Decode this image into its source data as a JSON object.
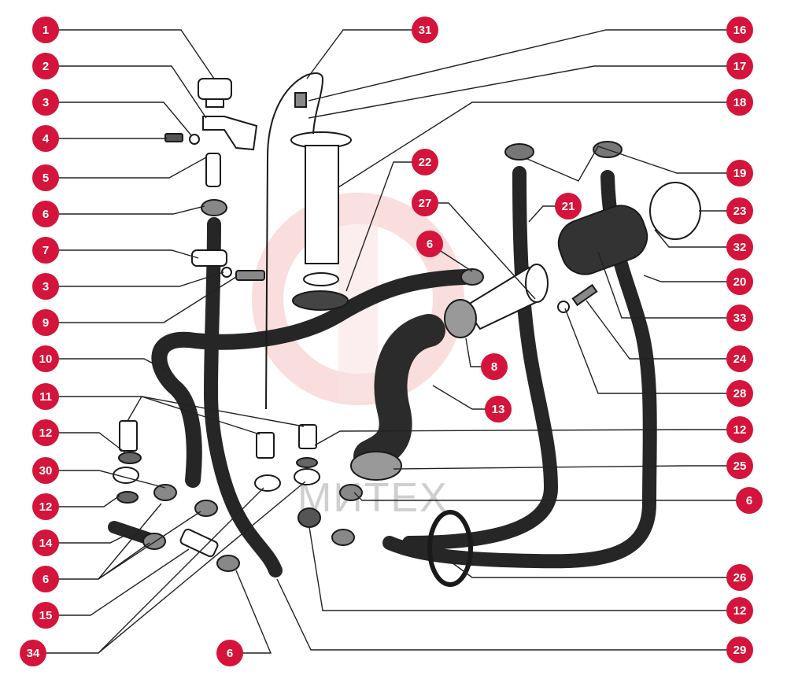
{
  "diagram": {
    "watermark": "МИТЕХ",
    "callout_color": "#d4143a",
    "leader_color": "#222222",
    "line_color": "#1a1a1a",
    "hose_color": "#262626",
    "callouts": {
      "c1": "1",
      "c2": "2",
      "c3a": "3",
      "c4": "4",
      "c5": "5",
      "c6a": "6",
      "c7": "7",
      "c3b": "3",
      "c9": "9",
      "c10": "10",
      "c11": "11",
      "c12a": "12",
      "c30": "30",
      "c12b": "12",
      "c14": "14",
      "c6b": "6",
      "c15": "15",
      "c34": "34",
      "c6c": "6",
      "c31": "31",
      "c22": "22",
      "c27": "27",
      "c6d": "6",
      "c8": "8",
      "c13": "13",
      "c16": "16",
      "c17": "17",
      "c18": "18",
      "c19": "19",
      "c23": "23",
      "c21": "21",
      "c32": "32",
      "c20": "20",
      "c33": "33",
      "c24": "24",
      "c28": "28",
      "c12c": "12",
      "c25": "25",
      "c6e": "6",
      "c26": "26",
      "c12d": "12",
      "c29": "29"
    }
  }
}
